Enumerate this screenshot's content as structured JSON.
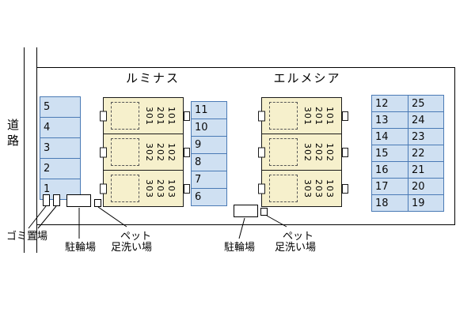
{
  "site": {
    "road_label": "道路"
  },
  "buildings": [
    {
      "name": "ルミナス",
      "rows": [
        [
          "301",
          "201",
          "101"
        ],
        [
          "302",
          "202",
          "102"
        ],
        [
          "303",
          "203",
          "103"
        ]
      ]
    },
    {
      "name": "エルメシア",
      "rows": [
        [
          "301",
          "201",
          "101"
        ],
        [
          "302",
          "202",
          "102"
        ],
        [
          "303",
          "203",
          "103"
        ]
      ]
    }
  ],
  "parking": {
    "left_column": [
      "5",
      "4",
      "3",
      "2",
      "1"
    ],
    "middle_column": [
      "11",
      "10",
      "9",
      "8",
      "7",
      "6"
    ],
    "right_block": [
      [
        "12",
        "25"
      ],
      [
        "13",
        "24"
      ],
      [
        "14",
        "23"
      ],
      [
        "15",
        "22"
      ],
      [
        "16",
        "21"
      ],
      [
        "17",
        "20"
      ],
      [
        "18",
        "19"
      ]
    ]
  },
  "labels": {
    "garbage": "ゴミ置場",
    "bike_1": "駐輪場",
    "pet_1_line1": "ペット",
    "pet_1_line2": "足洗い場",
    "bike_2": "駐輪場",
    "pet_2_line1": "ペット",
    "pet_2_line2": "足洗い場"
  },
  "colors": {
    "stall_fill": "#cfe0f2",
    "stall_border": "#4a7ab5",
    "building_fill": "#f6f0cc",
    "line": "#000000"
  }
}
